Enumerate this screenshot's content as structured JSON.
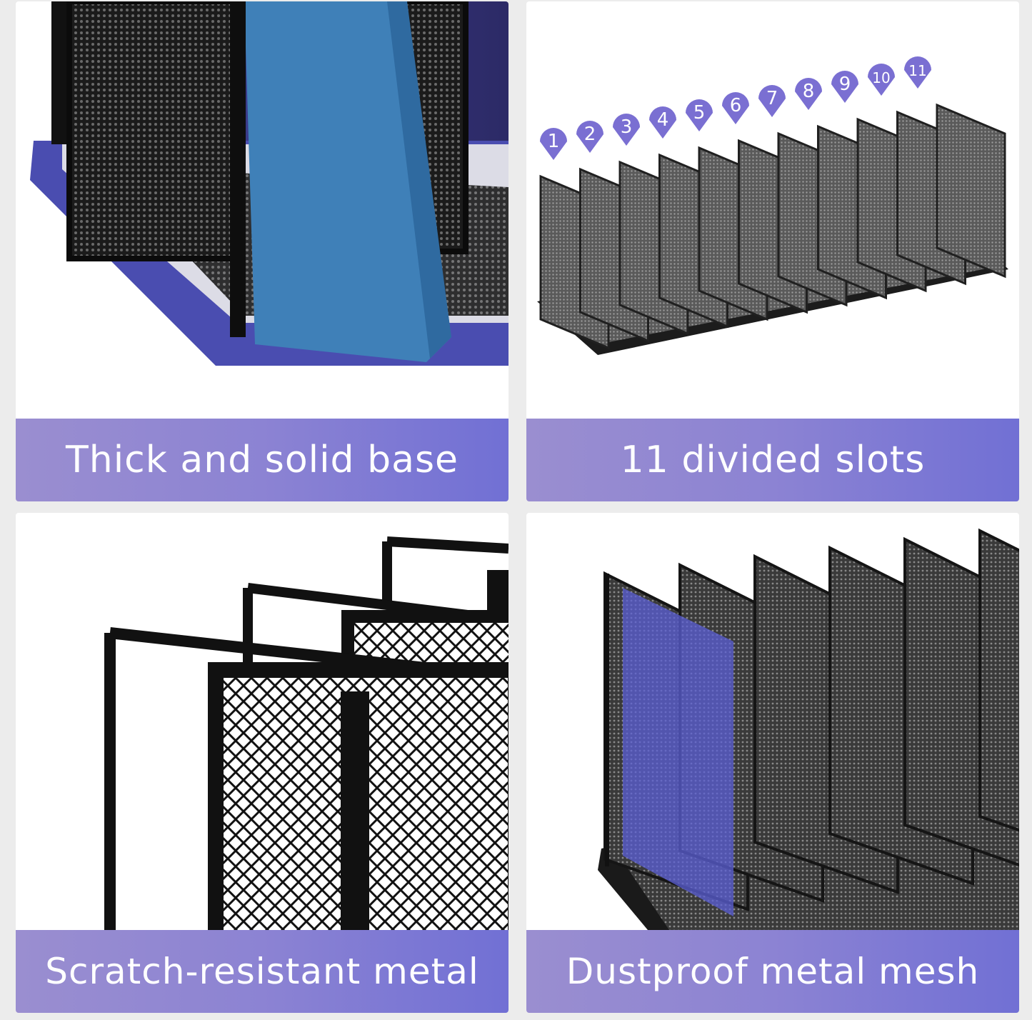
{
  "panels": [
    {
      "caption": "Thick and solid base"
    },
    {
      "caption": "11 divided slots"
    },
    {
      "caption": "Scratch-resistant metal"
    },
    {
      "caption": "Dustproof metal mesh"
    }
  ],
  "slot_markers": [
    "1",
    "2",
    "3",
    "4",
    "5",
    "6",
    "7",
    "8",
    "9",
    "10",
    "11"
  ],
  "colors": {
    "caption_bar": "#8c83d3",
    "base_blue": "#4a4db0",
    "folder_blue": "#3f80b8",
    "marker_purple": "#7a6fd2",
    "mesh": "#1a1a1a"
  }
}
